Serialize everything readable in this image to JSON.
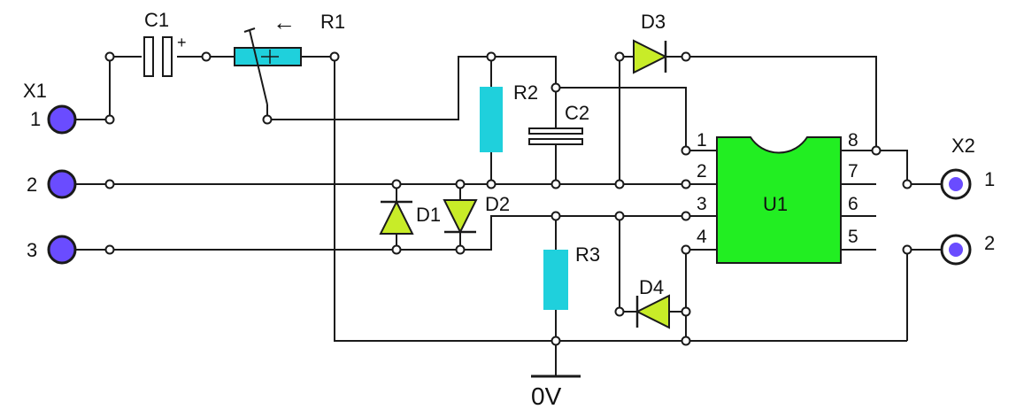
{
  "connectors": {
    "x1": {
      "name": "X1",
      "pins": [
        "1",
        "2",
        "3"
      ]
    },
    "x2": {
      "name": "X2",
      "pins": [
        "1",
        "2"
      ]
    }
  },
  "components": {
    "c1": "C1",
    "c1_polarity": "+",
    "r1": "R1",
    "r1_arrow": "←",
    "r2": "R2",
    "c2": "C2",
    "r3": "R3",
    "d1": "D1",
    "d2": "D2",
    "d3": "D3",
    "d4": "D4",
    "u1": "U1",
    "u1_pins": [
      "1",
      "2",
      "3",
      "4",
      "5",
      "6",
      "7",
      "8"
    ]
  },
  "ground_label": "0V",
  "colors": {
    "terminal": "#6a4cff",
    "resistor": "#1fd0dc",
    "diode": "#c8ec28",
    "ic": "#22ee22",
    "wire": "#1a1a1a"
  }
}
